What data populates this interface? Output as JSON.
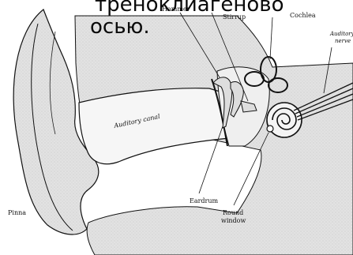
{
  "overlay": {
    "line1": "треноклиагеново",
    "line2": "осью."
  },
  "labels": {
    "hammer": "Hammer",
    "stirrup": "Stirrup",
    "cochlea": "Cochlea",
    "auditory_nerve_1": "Auditory",
    "auditory_nerve_2": "nerve",
    "auditory_canal": "Auditory canal",
    "pinna": "Pinna",
    "eardrum": "Eardrum",
    "round_window_1": "Round",
    "round_window_2": "window"
  },
  "colors": {
    "ink": "#111111",
    "shade": "#cfcfcf",
    "background": "#ffffff"
  }
}
